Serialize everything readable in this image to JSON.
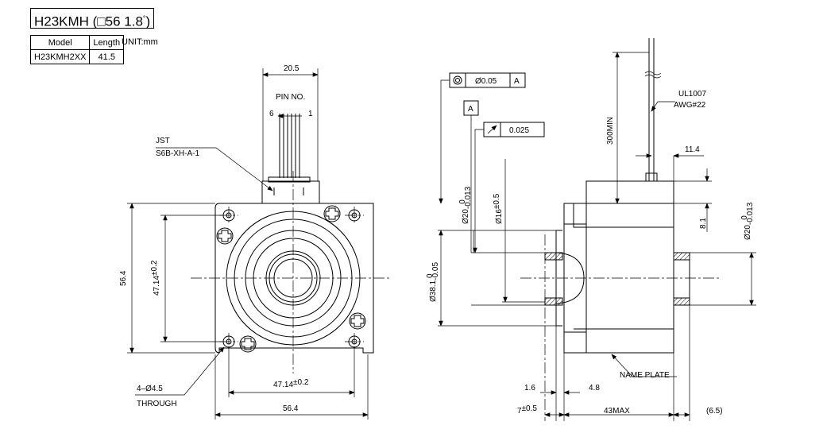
{
  "title": {
    "part": "H23KMH (",
    "square": "□",
    "rest": "56 1.8",
    "deg": "°",
    "close": ")"
  },
  "spec_table": {
    "headers": [
      "Model",
      "Length"
    ],
    "rows": [
      [
        "H23KMH2XX",
        "41.5"
      ]
    ]
  },
  "unit": "UNIT:mm",
  "front_view": {
    "pin_width": "20.5",
    "pin_no": "PIN NO.",
    "pin_left": "6",
    "pin_right": "1",
    "connector_label_1": "JST",
    "connector_label_2": "S6B-XH-A-1",
    "body_height": "56.4",
    "hole_pitch_v": "47.14",
    "hole_pitch_v_tol": "±0.2",
    "hole_pitch_h": "47.14",
    "hole_pitch_h_tol": "±0.2",
    "body_width": "56.4",
    "hole_label_1": "4–Ø4.5",
    "hole_label_2": "THROUGH"
  },
  "side_view": {
    "concentricity_value": "Ø0.05",
    "datum": "A",
    "runout_value": "0.025",
    "shaft_dia_1": "Ø20",
    "shaft_dia_1_tol": "-0.013",
    "shaft_dia_1_tol_top": "0",
    "shaft_dia_2": "Ø16",
    "shaft_dia_2_tol": "±0.5",
    "flange_dia": "Ø38.1",
    "flange_dia_tol": "-0.05",
    "flange_dia_tol_top": "0",
    "lead_length": "300MIN",
    "wire_label_1": "UL1007",
    "wire_label_2": "AWG#22",
    "lead_offset": "11.4",
    "lead_height": "8.1",
    "rear_shaft_dia": "Ø20",
    "rear_shaft_tol": "-0.013",
    "rear_shaft_tol_top": "0",
    "name_plate": "NAME PLATE",
    "dim_1_6": "1.6",
    "dim_4_8": "4.8",
    "dim_7": "7",
    "dim_7_tol": "±0.5",
    "dim_43": "43MAX",
    "dim_6_5": "(6.5)"
  }
}
